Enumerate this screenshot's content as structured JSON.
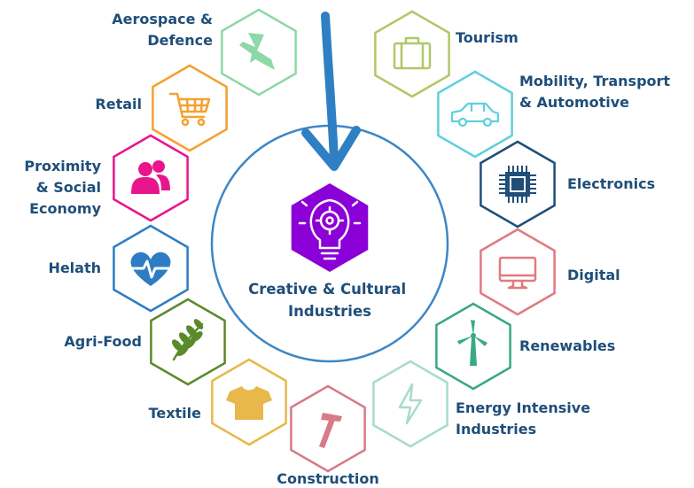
{
  "diagram": {
    "center": {
      "label_lines": [
        "Creative & Cultural",
        "Industries"
      ],
      "icon": "lightbulb-gear-icon",
      "fill": "#8b00d6",
      "circle_color": "#3d86c6"
    },
    "arrow": {
      "color": "#2f7fc4"
    },
    "ecosystems": [
      {
        "id": "aerospace",
        "label_lines": [
          "Aerospace &",
          "Defence"
        ],
        "icon": "fighter-jet-icon",
        "color": "#8ed8a8"
      },
      {
        "id": "retail",
        "label_lines": [
          "Retail"
        ],
        "icon": "shopping-cart-icon",
        "color": "#f5a030"
      },
      {
        "id": "proximity",
        "label_lines": [
          "Proximity",
          "& Social",
          "Economy"
        ],
        "icon": "people-icon",
        "color": "#e8158c"
      },
      {
        "id": "health",
        "label_lines": [
          "Helath"
        ],
        "icon": "heart-pulse-icon",
        "color": "#2e7cc4"
      },
      {
        "id": "agrifood",
        "label_lines": [
          "Agri-Food"
        ],
        "icon": "wheat-icon",
        "color": "#5b8a2a"
      },
      {
        "id": "textile",
        "label_lines": [
          "Textile"
        ],
        "icon": "tshirt-icon",
        "color": "#e8b84a"
      },
      {
        "id": "construction",
        "label_lines": [
          "Construction"
        ],
        "icon": "hammer-icon",
        "color": "#d77a8a"
      },
      {
        "id": "energy",
        "label_lines": [
          "Energy Intensive",
          "Industries"
        ],
        "icon": "lightning-bolt-icon",
        "color": "#a8dcc8"
      },
      {
        "id": "renewables",
        "label_lines": [
          "Renewables"
        ],
        "icon": "wind-turbine-icon",
        "color": "#3aa886"
      },
      {
        "id": "digital",
        "label_lines": [
          "Digital"
        ],
        "icon": "computer-monitor-icon",
        "color": "#e07a80"
      },
      {
        "id": "electronics",
        "label_lines": [
          "Electronics"
        ],
        "icon": "microchip-icon",
        "color": "#1f4e79"
      },
      {
        "id": "mobility",
        "label_lines": [
          "Mobility, Transport",
          "& Automotive"
        ],
        "icon": "car-icon",
        "color": "#5fd0dc"
      },
      {
        "id": "tourism",
        "label_lines": [
          "Tourism"
        ],
        "icon": "suitcase-icon",
        "color": "#b0c868"
      }
    ]
  }
}
